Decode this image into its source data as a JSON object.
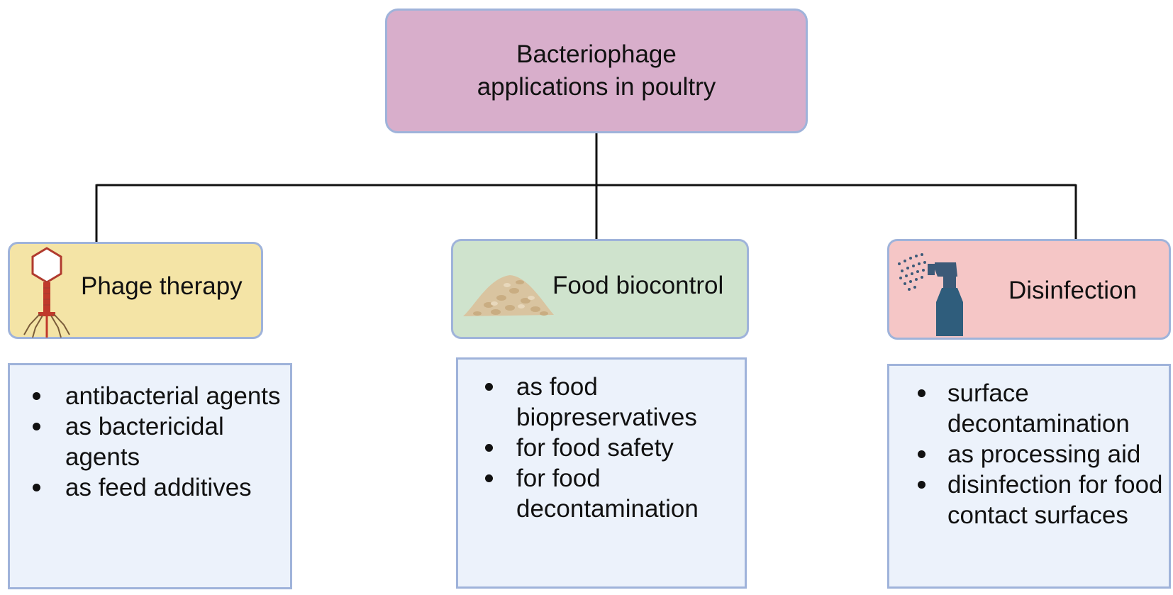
{
  "root": {
    "title": "Bacteriophage applications in poultry"
  },
  "categories": [
    {
      "label": "Phage therapy",
      "icon": "bacteriophage-icon",
      "color": "#f4e4a6",
      "items": [
        "antibacterial agents",
        "as bactericidal agents",
        "as feed additives"
      ]
    },
    {
      "label": "Food biocontrol",
      "icon": "grain-pile-icon",
      "color": "#cfe3cd",
      "items": [
        "as food biopreservatives",
        "for food safety",
        "for food decontamination"
      ]
    },
    {
      "label": "Disinfection",
      "icon": "spray-bottle-icon",
      "color": "#f5c6c6",
      "items": [
        "surface decontamination",
        "as processing aid",
        "disinfection for food contact surfaces"
      ]
    }
  ],
  "colors": {
    "root_fill": "#d8aecb",
    "border": "#9fb3da",
    "list_fill": "#ecf2fb",
    "connector": "#111111"
  }
}
